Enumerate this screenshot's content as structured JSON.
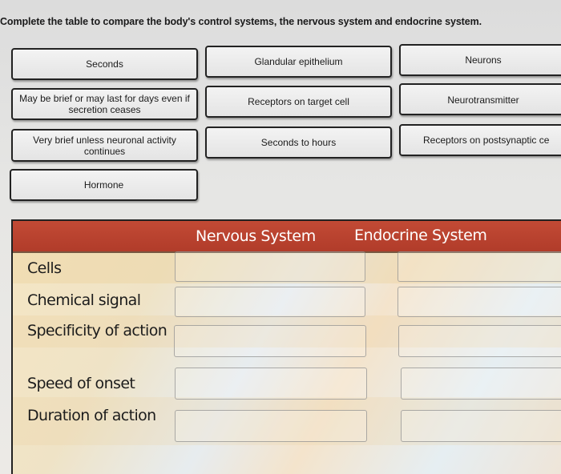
{
  "instructions": "Complete the table to compare the body's control systems, the nervous system and endocrine system.",
  "answer_bank": [
    {
      "label": "Seconds"
    },
    {
      "label": "Glandular epithelium"
    },
    {
      "label": "Neurons"
    },
    {
      "label": "May be brief or may last for days even if secretion ceases"
    },
    {
      "label": "Receptors on target cell"
    },
    {
      "label": "Neurotransmitter"
    },
    {
      "label": "Very brief unless neuronal activity continues"
    },
    {
      "label": "Seconds to hours"
    },
    {
      "label": "Receptors on postsynaptic ce"
    },
    {
      "label": "Hormone"
    }
  ],
  "table": {
    "columns": [
      "",
      "Nervous System",
      "Endocrine System"
    ],
    "rows": [
      {
        "label": "Cells",
        "nervous": "",
        "endocrine": ""
      },
      {
        "label": "Chemical signal",
        "nervous": "",
        "endocrine": ""
      },
      {
        "label": "Specificity of action",
        "nervous": "",
        "endocrine": ""
      },
      {
        "label": "Speed of onset",
        "nervous": "",
        "endocrine": ""
      },
      {
        "label": "Duration of action",
        "nervous": "",
        "endocrine": ""
      }
    ]
  },
  "colors": {
    "header_bg": "#b8412e",
    "header_text": "#ffffff"
  }
}
